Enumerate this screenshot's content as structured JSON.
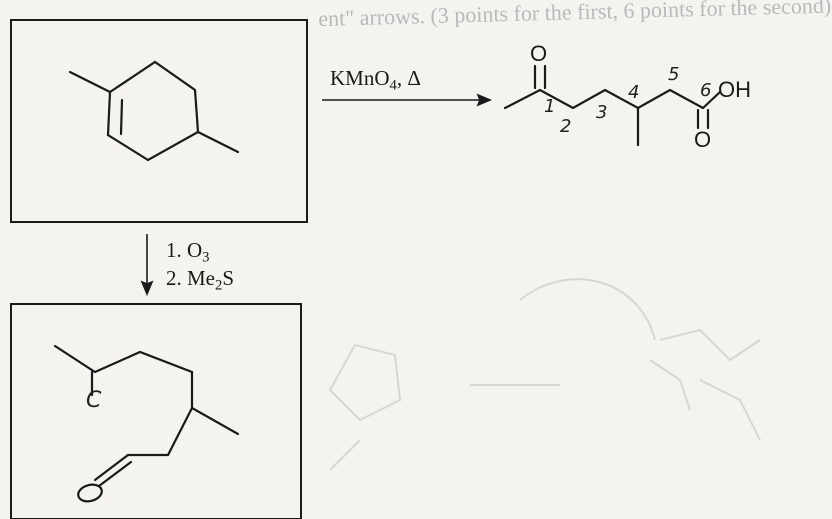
{
  "header_text": {
    "line1": "ent\" arrows. (3 points for the first, 6 points for the second)",
    "line2": ""
  },
  "reactions": {
    "right": {
      "reagent_main": "KMnO",
      "reagent_sub": "4",
      "reagent_rest": ", Δ"
    },
    "down": {
      "step1": "1. O",
      "step1_sub": "3",
      "step2": "2. Me",
      "step2_sub": "2",
      "step2_rest": "S"
    }
  },
  "product_top": {
    "carbonyl_o": "O",
    "acid_oh": "OH",
    "acid_o": "O",
    "numbers": [
      "1",
      "2",
      "3",
      "4",
      "5",
      "6"
    ]
  },
  "product_bottom": {
    "handwritten_c": "C"
  },
  "colors": {
    "ink": "#1a1a1a",
    "faint": "#c8c8c8",
    "paper": "#f4f3ef"
  }
}
